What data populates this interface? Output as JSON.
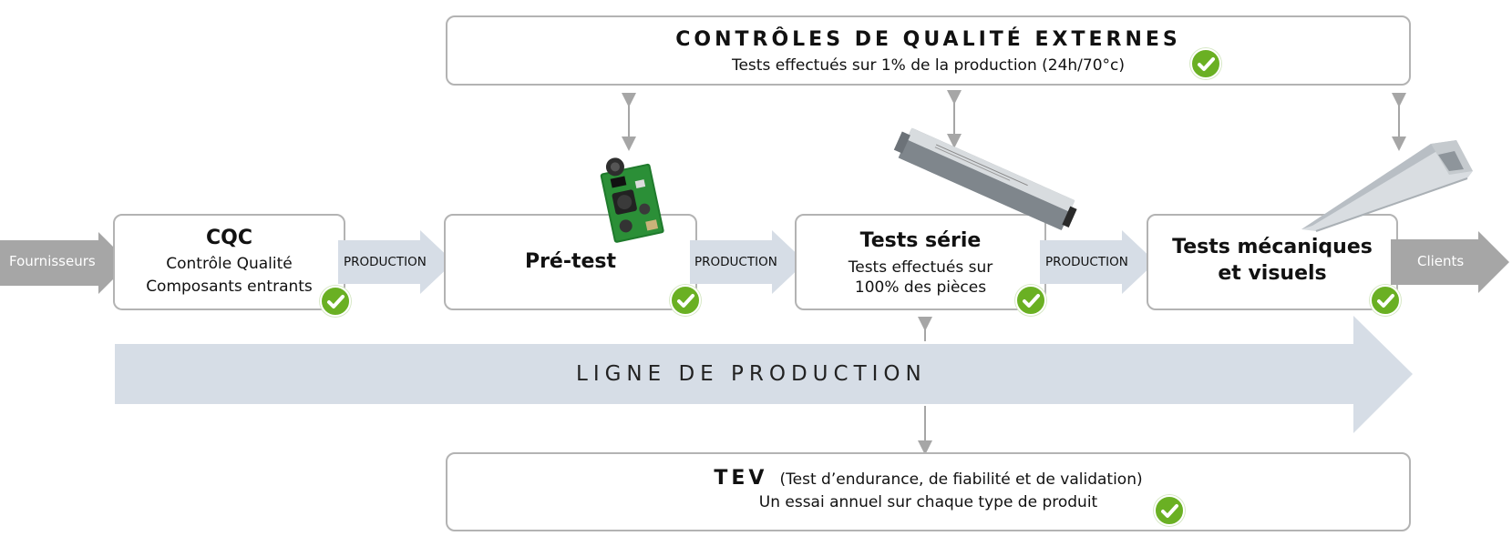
{
  "external": {
    "title": "CONTRÔLES DE QUALITÉ EXTERNES",
    "subtitle": "Tests effectués sur 1% de la production (24h/70°c)"
  },
  "suppliers_label": "Fournisseurs",
  "clients_label": "Clients",
  "production_label": "PRODUCTION",
  "stages": [
    {
      "title": "CQC",
      "line1": "Contrôle Qualité",
      "line2": "Composants entrants"
    },
    {
      "title": "Pré-test"
    },
    {
      "title": "Tests série",
      "line1": "Tests effectués sur",
      "line2": "100% des pièces"
    },
    {
      "title_line1": "Tests mécaniques",
      "title_line2": "et visuels"
    }
  ],
  "production_line_label": "LIGNE DE PRODUCTION",
  "tev": {
    "title": "TEV",
    "paren": "(Test d’endurance, de fiabilité et de validation)",
    "subtitle": "Un essai annuel sur chaque type de produit"
  },
  "colors": {
    "check": "#6ab023",
    "production_band": "#d6dde6",
    "supplier_arrow": "#a6a6a6",
    "box_border": "#b3b3b3"
  },
  "icons": [
    "check-icon",
    "circuit-board-icon",
    "led-driver-icon",
    "light-fixture-icon"
  ]
}
